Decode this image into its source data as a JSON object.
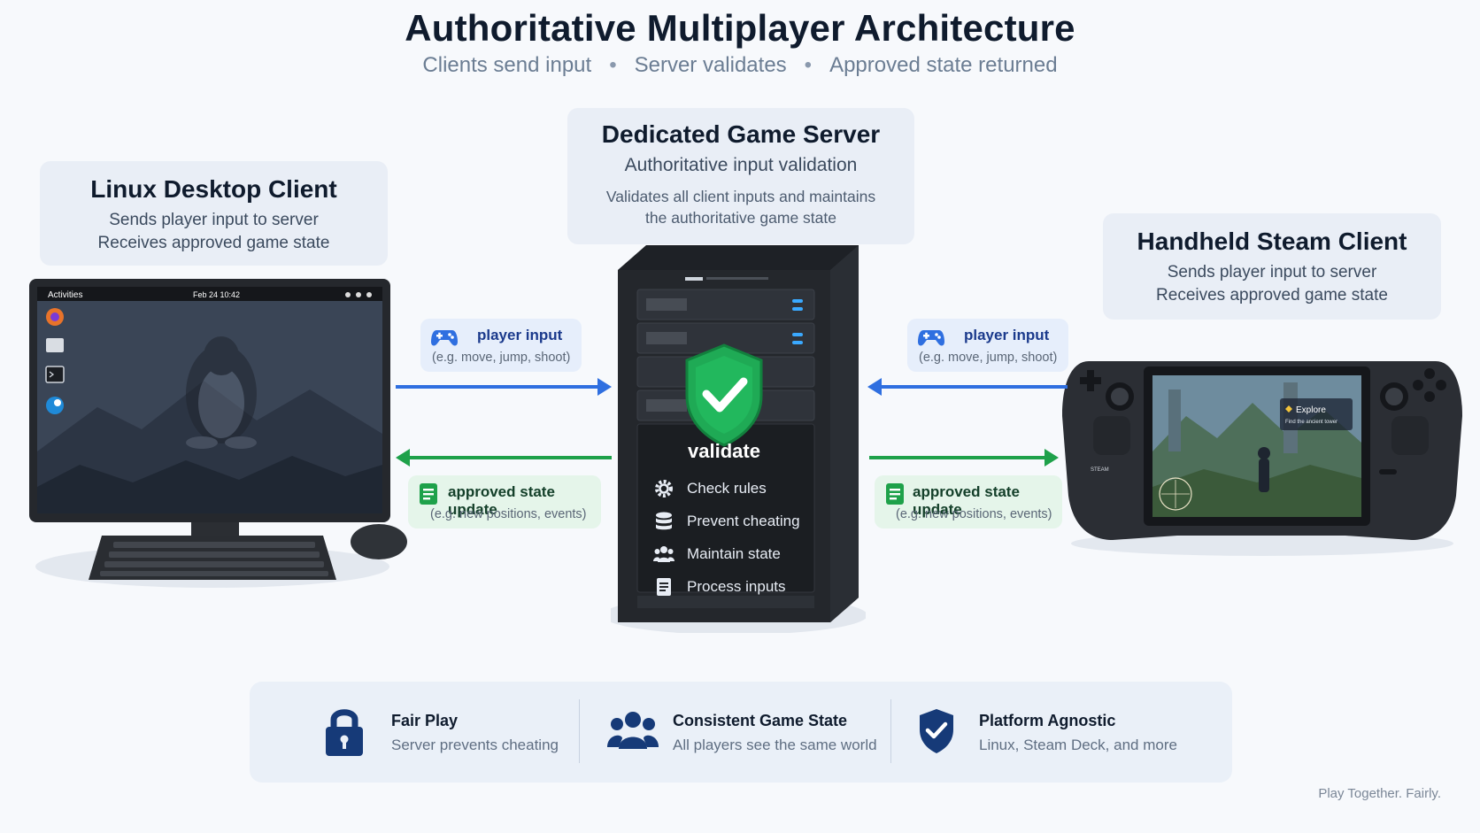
{
  "title": "Authoritative Multiplayer Architecture",
  "subtitle": {
    "parts": [
      "Clients send input",
      "Server validates",
      "Approved state returned"
    ],
    "separator": "•"
  },
  "server_card": {
    "title": "Dedicated Game Server",
    "subtitle": "Authoritative input validation",
    "desc_line1": "Validates all client inputs and maintains",
    "desc_line2": "the authoritative game state"
  },
  "linux_card": {
    "title": "Linux Desktop Client",
    "line1": "Sends player input to server",
    "line2": "Receives approved game state"
  },
  "handheld_card": {
    "title": "Handheld Steam Client",
    "line1": "Sends player input to server",
    "line2": "Receives approved game state"
  },
  "desktop_screen": {
    "activities": "Activities",
    "clock": "Feb 24  10:42"
  },
  "handheld_screen": {
    "quest_title": "Explore",
    "quest_sub": "Find the ancient tower",
    "logo": "STEAM"
  },
  "flows": {
    "left_input": {
      "title": "player input",
      "sub": "(e.g. move, jump, shoot)"
    },
    "right_input": {
      "title": "player input",
      "sub": "(e.g. move, jump, shoot)"
    },
    "left_state": {
      "title": "approved state update",
      "sub": "(e.g. new positions, events)"
    },
    "right_state": {
      "title": "approved state update",
      "sub": "(e.g. new positions, events)"
    }
  },
  "server": {
    "validate_label": "validate",
    "checks": [
      {
        "label": "Check rules",
        "icon": "gear-icon"
      },
      {
        "label": "Prevent cheating",
        "icon": "database-icon"
      },
      {
        "label": "Maintain state",
        "icon": "users-icon"
      },
      {
        "label": "Process inputs",
        "icon": "document-icon"
      }
    ]
  },
  "features": [
    {
      "title": "Fair Play",
      "sub": "Server prevents cheating",
      "icon": "lock-icon"
    },
    {
      "title": "Consistent Game State",
      "sub": "All players see the same world",
      "icon": "group-icon"
    },
    {
      "title": "Platform Agnostic",
      "sub": "Linux, Steam Deck, and more",
      "icon": "shield-check-icon"
    }
  ],
  "tagline": "Play Together. Fairly.",
  "colors": {
    "input_blue": "#2f6fe0",
    "state_green": "#1ea14a",
    "shield_green": "#1faa55",
    "navy": "#163a78"
  }
}
